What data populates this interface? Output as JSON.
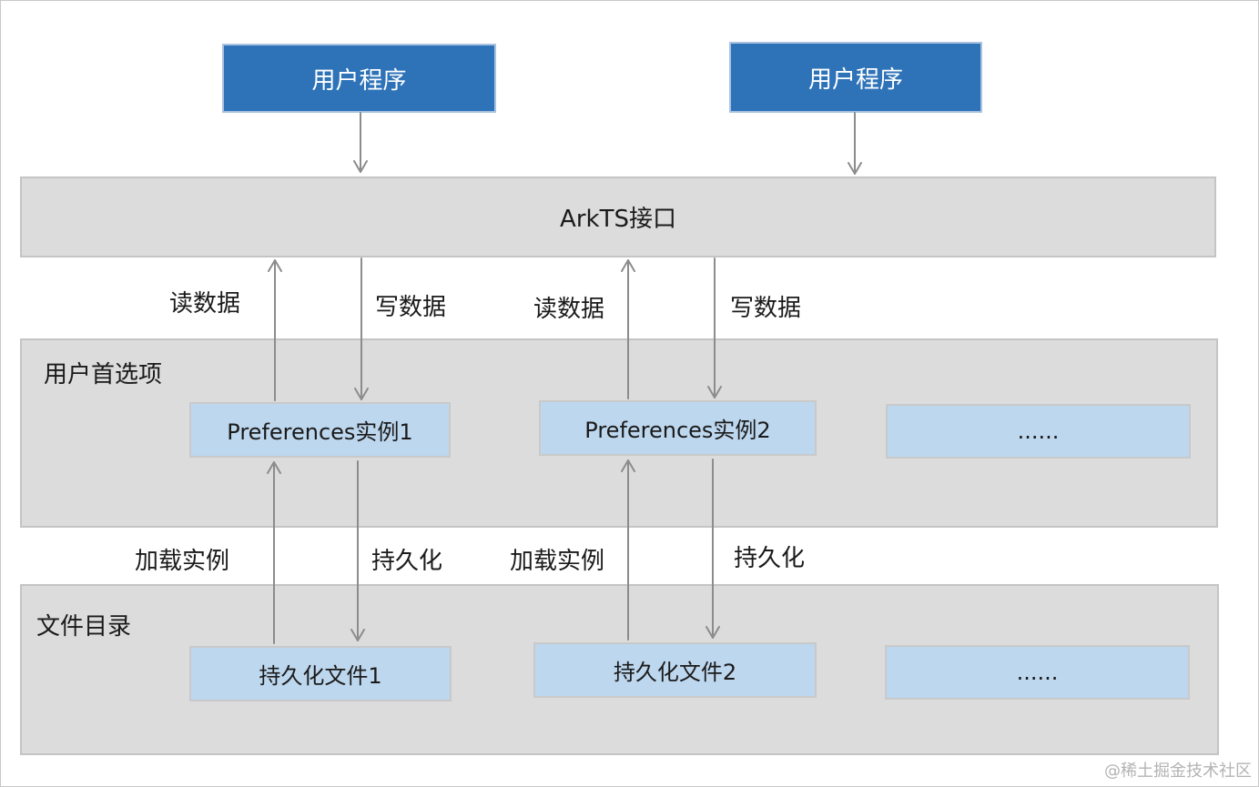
{
  "apps": [
    {
      "label": "用户程序"
    },
    {
      "label": "用户程序"
    }
  ],
  "arkts": {
    "label": "ArkTS接口"
  },
  "preferences_layer": {
    "label": "用户首选项"
  },
  "instances": [
    {
      "label": "Preferences实例1"
    },
    {
      "label": "Preferences实例2"
    },
    {
      "label": "......"
    }
  ],
  "file_layer": {
    "label": "文件目录"
  },
  "files": [
    {
      "label": "持久化文件1"
    },
    {
      "label": "持久化文件2"
    },
    {
      "label": "......"
    }
  ],
  "edges": {
    "read_1": "读数据",
    "write_1": "写数据",
    "read_2": "读数据",
    "write_2": "写数据",
    "load_1": "加载实例",
    "persist_1": "持久化",
    "load_2": "加载实例",
    "persist_2": "持久化"
  },
  "watermark": "@稀土掘金技术社区",
  "colors": {
    "app_fill": "#2e73b8",
    "layer_fill": "#dcdcdc",
    "instance_fill": "#bdd7ee",
    "arrow": "#8c8c8c"
  }
}
